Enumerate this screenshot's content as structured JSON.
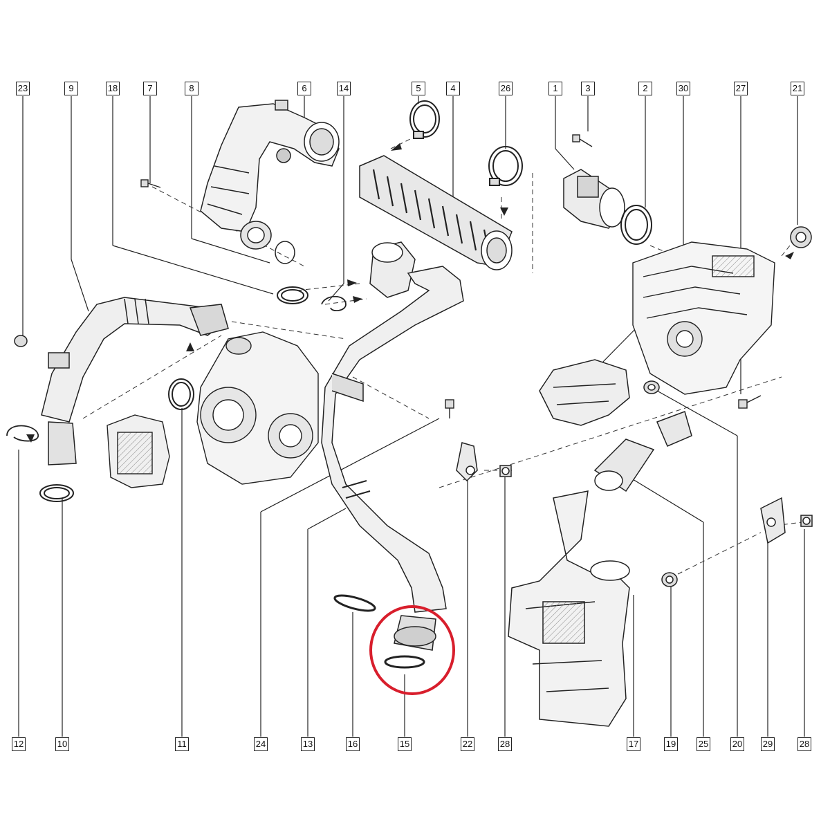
{
  "top_labels": [
    "23",
    "9",
    "18",
    "7",
    "8",
    "6",
    "14",
    "5",
    "4",
    "26",
    "1",
    "3",
    "2",
    "30",
    "27",
    "21"
  ],
  "bottom_labels": [
    "12",
    "10",
    "11",
    "24",
    "13",
    "16",
    "15",
    "22",
    "28",
    "17",
    "19",
    "25",
    "20",
    "29",
    "28"
  ],
  "highlight": {
    "color": "#d81e2c",
    "target_part": "15"
  },
  "colors": {
    "line": "#222222",
    "fill": "#f2f2f2",
    "shade": "#bdbdbd"
  }
}
